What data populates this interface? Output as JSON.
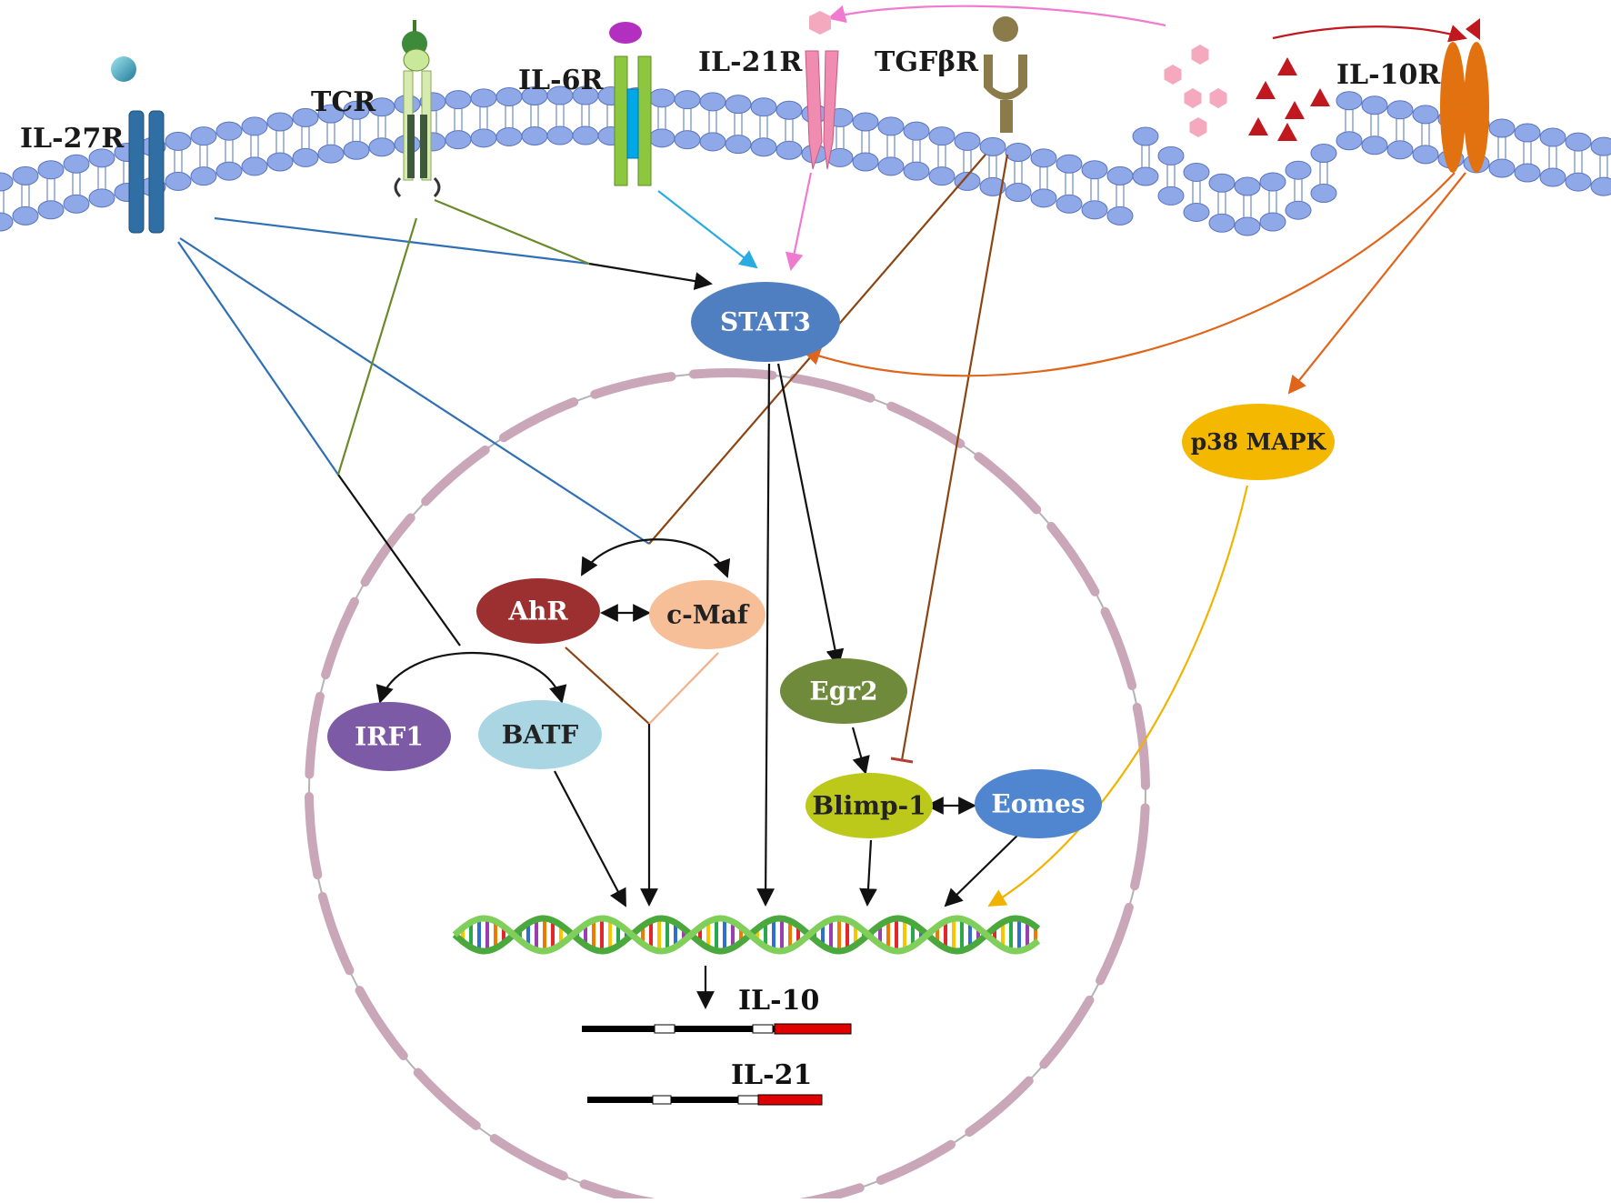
{
  "receptors": {
    "il27r": "IL-27R",
    "tcr": "TCR",
    "il6r": "IL-6R",
    "il21r": "IL-21R",
    "tgfbr": "TGFβR",
    "il10r": "IL-10R"
  },
  "nodes": {
    "stat3": "STAT3",
    "p38": "p38 MAPK",
    "ahr": "AhR",
    "cmaf": "c-Maf",
    "egr2": "Egr2",
    "blimp1": "Blimp-1",
    "eomes": "Eomes",
    "irf1": "IRF1",
    "batf": "BATF"
  },
  "genes": {
    "il10": "IL-10",
    "il21": "IL-21"
  },
  "colors": {
    "membrane_head": "#8fa8e8",
    "nucleus": "#c9a6b8",
    "stat3": "#4f7fc0",
    "p38": "#f5b800",
    "ahr": "#9c3030",
    "cmaf": "#f7bf98",
    "egr2": "#6f8a3a",
    "blimp1": "#bcc81a",
    "eomes": "#4f86cf",
    "irf1": "#7c5aa6",
    "batf": "#a9d6e2",
    "il27r": "#2f6fa4",
    "il6r": "#8dc63f",
    "il21r": "#f08cb0",
    "tgfbr": "#8b7a4a",
    "il10r": "#e2710f"
  }
}
